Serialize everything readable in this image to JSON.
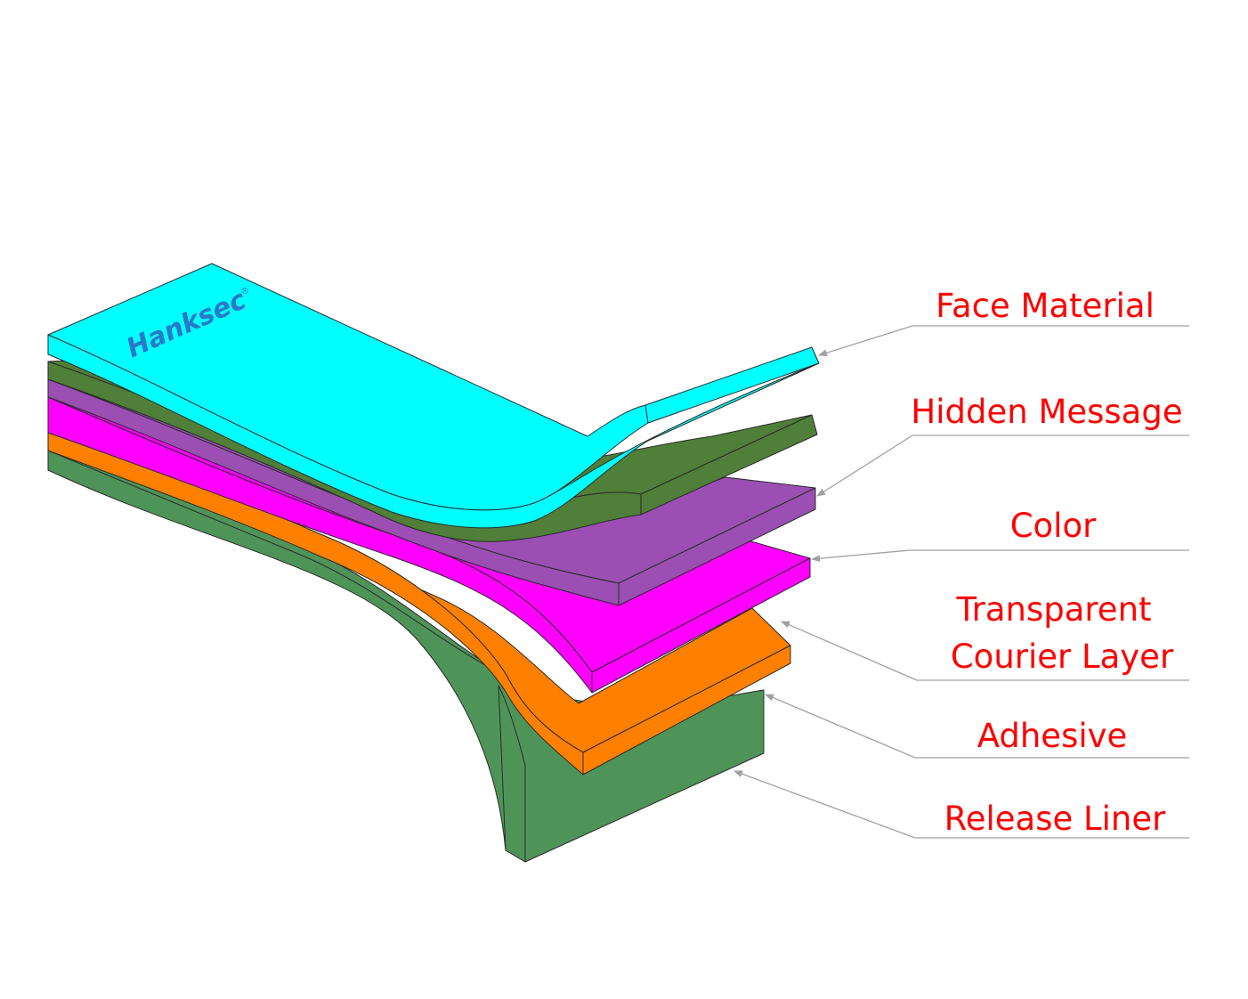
{
  "diagram": {
    "brand": "Hanksec",
    "brand_mark": "®",
    "layers": [
      {
        "id": "face-material",
        "label": "Face Material",
        "color": "#00FFFF"
      },
      {
        "id": "hidden-message",
        "label": "Hidden Message",
        "color": "#4F7F38"
      },
      {
        "id": "color",
        "label": "Color",
        "color": "#9B4FB3"
      },
      {
        "id": "transparent-courier-layer",
        "label_lines": [
          "Transparent",
          "Courier Layer"
        ],
        "color": "#FF00FF"
      },
      {
        "id": "adhesive",
        "label": "Adhesive",
        "color": "#FF8000"
      },
      {
        "id": "release-liner",
        "label": "Release Liner",
        "color": "#4E9458"
      }
    ],
    "colors": {
      "label_text": "#FF0000",
      "leader_line": "#A0A0A0",
      "brand_text": "#2A78C8",
      "background": "#FFFFFF"
    }
  }
}
